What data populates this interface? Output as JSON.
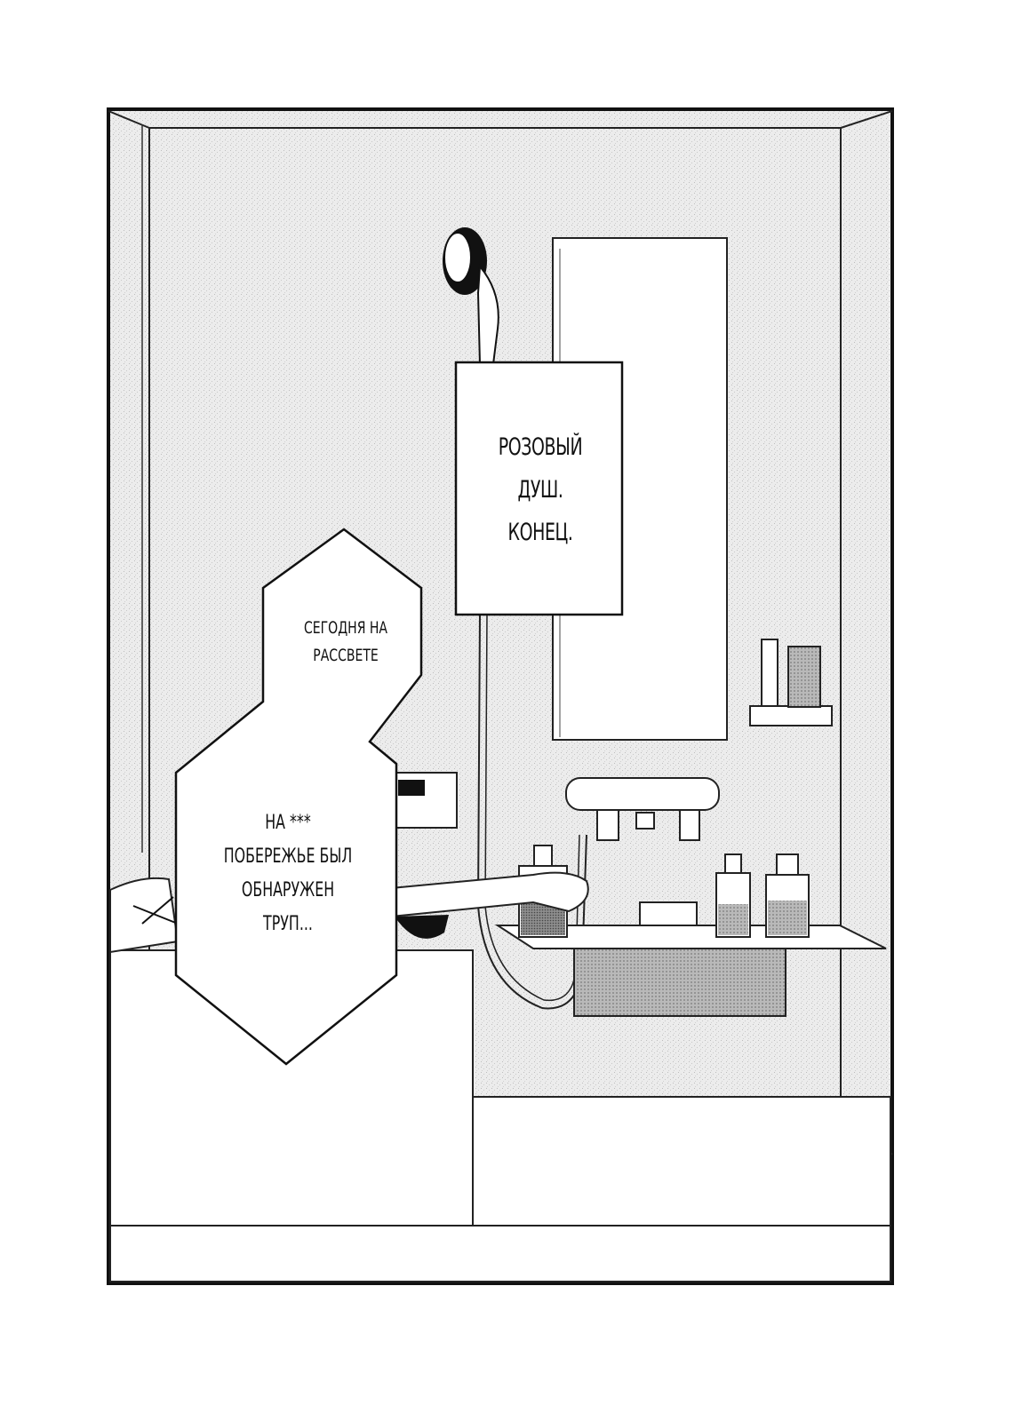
{
  "captions": {
    "title_box": "РОЗОВЫЙ\nДУШ.\nКОНЕЦ.",
    "bubble_top": "СЕГОДНЯ НА\nРАССВЕТЕ",
    "bubble_bottom": "НА ***\nПОБЕРЕЖЬЕ БЫЛ\nОБНАРУЖЕН\nТРУП..."
  },
  "colors": {
    "ink": "#111111",
    "wall_tone": "#e6e6e6",
    "paper": "#ffffff"
  },
  "icons": [
    "shower-head-icon",
    "mirror-icon",
    "faucet-icon",
    "soap-bottle-icon",
    "pump-bottle-icon",
    "toothbrush-cup-icon"
  ]
}
